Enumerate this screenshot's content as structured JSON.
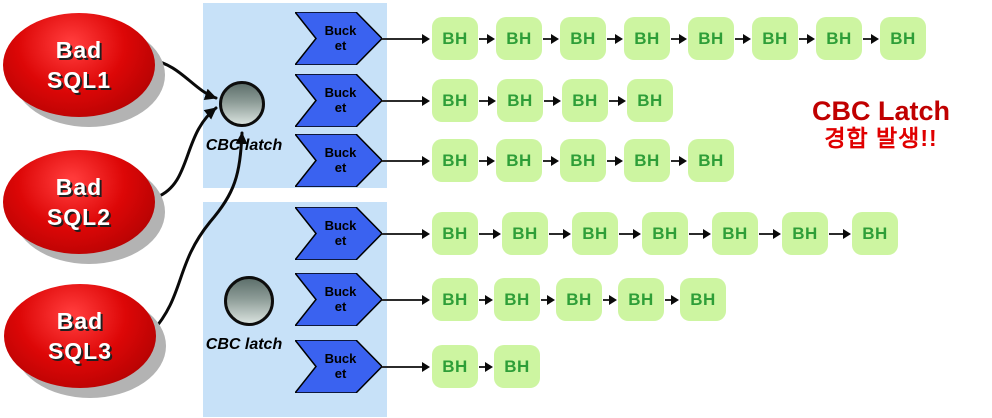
{
  "colors": {
    "panel_blue": "#C7E1F8",
    "bucket_blue": "#3A62F0",
    "bh_green_fill": "#CDF5A1",
    "bh_green_text": "#2E9E38",
    "ellipse_red": "#DD0707",
    "warning_red": "#C00000",
    "arrow_black": "#0a0a0a"
  },
  "sources": [
    {
      "line1": "Bad",
      "line2": "SQL1"
    },
    {
      "line1": "Bad",
      "line2": "SQL2"
    },
    {
      "line1": "Bad",
      "line2": "SQL3"
    }
  ],
  "latch_label": "CBC latch",
  "bucket": {
    "line1": "Buck",
    "line2": "et"
  },
  "bh_label": "BH",
  "chains": [
    {
      "name": "chain-1",
      "bh_count": 8
    },
    {
      "name": "chain-2",
      "bh_count": 4
    },
    {
      "name": "chain-3",
      "bh_count": 5
    },
    {
      "name": "chain-4",
      "bh_count": 7
    },
    {
      "name": "chain-5",
      "bh_count": 5
    },
    {
      "name": "chain-6",
      "bh_count": 2
    }
  ],
  "warning": {
    "line1": "CBC Latch",
    "line2": "경합 발생!!"
  }
}
